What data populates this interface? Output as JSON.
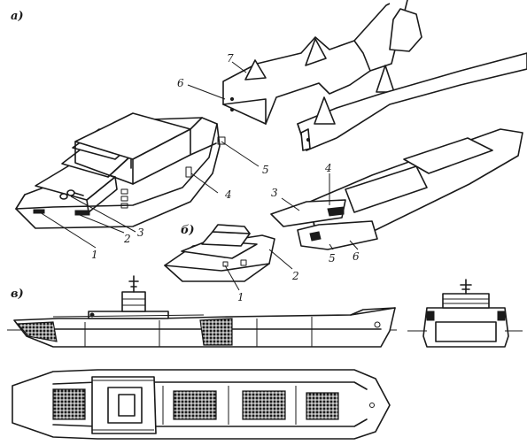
{
  "sections": {
    "a": "а)",
    "b": "б)",
    "c": "в)"
  },
  "callouts_a_left": [
    "1",
    "2",
    "3",
    "4",
    "5"
  ],
  "callouts_a_right": [
    "3",
    "4",
    "5",
    "6",
    "6",
    "7"
  ],
  "callouts_b": [
    "1",
    "2"
  ]
}
